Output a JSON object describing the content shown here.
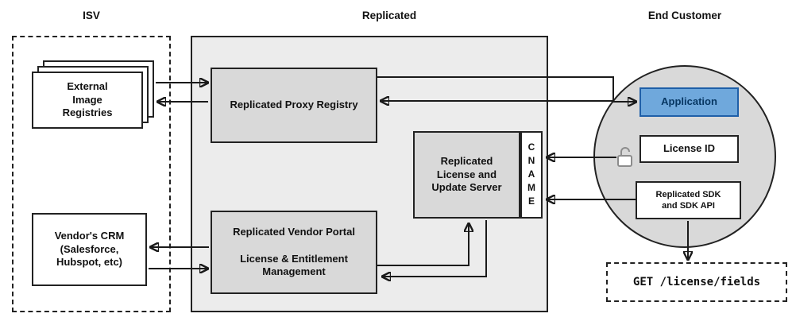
{
  "diagram": {
    "titles": {
      "isv": "ISV",
      "replicated": "Replicated",
      "end_customer": "End Customer"
    },
    "nodes": {
      "external_registries": "External\nImage\nRegistries",
      "vendors_crm": "Vendor's CRM\n(Salesforce,\nHubspot, etc)",
      "proxy_registry": "Replicated Proxy Registry",
      "license_update_server": "Replicated\nLicense and\nUpdate Server",
      "cname": "CNAME",
      "vendor_portal": "Replicated Vendor Portal\n\nLicense & Entitlement\nManagement",
      "application": "Application",
      "license_id": "License ID",
      "replicated_sdk": "Replicated SDK\nand SDK API",
      "api_request": "GET /license/fields"
    },
    "icons": {
      "unlock": "open-padlock-icon"
    },
    "colors": {
      "application_fill": "#6fa8dc",
      "application_border": "#1f5fa8",
      "application_text": "#073763",
      "node_fill": "#d9d9d9",
      "container_fill": "#ececec",
      "line": "#1a1a1a",
      "lock_stroke": "#8c8c8c"
    }
  }
}
